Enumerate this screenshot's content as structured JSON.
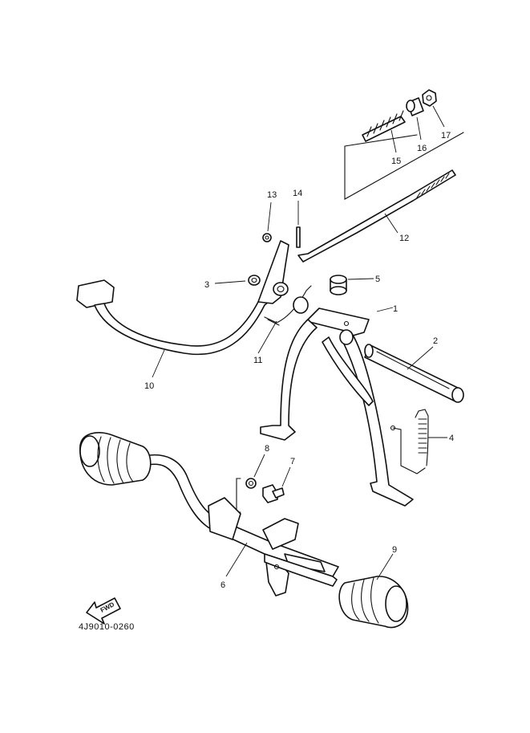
{
  "callouts": [
    {
      "id": "1",
      "label": "1"
    },
    {
      "id": "2",
      "label": "2"
    },
    {
      "id": "3",
      "label": "3"
    },
    {
      "id": "4",
      "label": "4"
    },
    {
      "id": "5",
      "label": "5"
    },
    {
      "id": "6",
      "label": "6"
    },
    {
      "id": "7",
      "label": "7"
    },
    {
      "id": "8",
      "label": "8"
    },
    {
      "id": "9",
      "label": "9"
    },
    {
      "id": "10",
      "label": "10"
    },
    {
      "id": "11",
      "label": "11"
    },
    {
      "id": "12",
      "label": "12"
    },
    {
      "id": "13",
      "label": "13"
    },
    {
      "id": "14",
      "label": "14"
    },
    {
      "id": "15",
      "label": "15"
    },
    {
      "id": "16",
      "label": "16"
    },
    {
      "id": "17",
      "label": "17"
    }
  ],
  "fwd_label": "FWD",
  "diagram_code": "4J9010-0260"
}
